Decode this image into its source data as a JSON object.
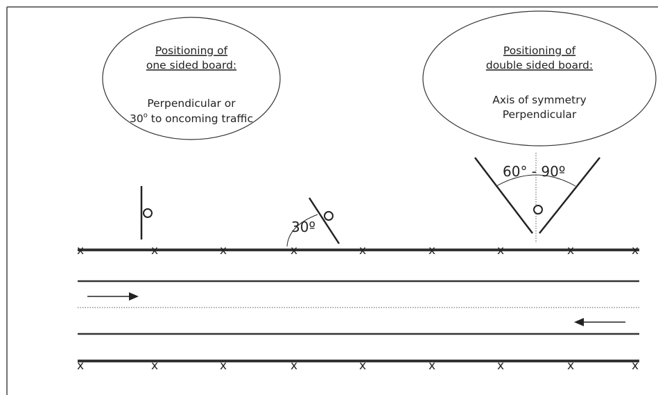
{
  "bubbles": {
    "left": {
      "heading_line1": "Positioning of",
      "heading_line2": "one sided board:",
      "body_line1": "Perpendicular or",
      "body_line2_prefix": "30",
      "body_line2_sup": "o",
      "body_line2_suffix": " to oncoming traffic"
    },
    "right": {
      "heading_line1": "Positioning of",
      "heading_line2": "double sided board:",
      "body_line1": "Axis of symmetry",
      "body_line2": "Perpendicular"
    }
  },
  "angles": {
    "one_sided": "30º",
    "double_sided": "60° - 90º"
  },
  "marker_symbol": "x",
  "colors": {
    "line": "#222222",
    "frame": "#444444",
    "background": "#ffffff"
  }
}
